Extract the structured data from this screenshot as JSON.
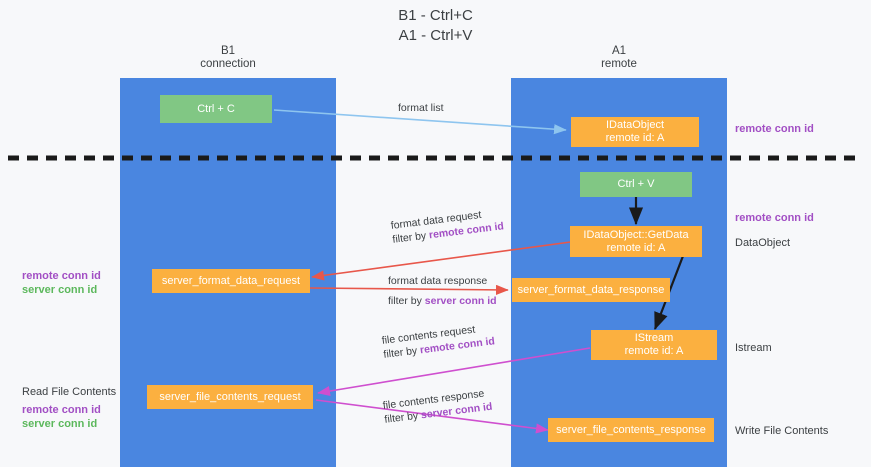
{
  "title": {
    "line1": "B1 - Ctrl+C",
    "line2": "A1 - Ctrl+V"
  },
  "lanes": [
    {
      "id": "b1",
      "name": "B1",
      "role": "connection"
    },
    {
      "id": "a1",
      "name": "A1",
      "role": "remote"
    }
  ],
  "boxes": {
    "ctrl_c": {
      "line1": "Ctrl + C",
      "line2": ""
    },
    "idataobject_top": {
      "line1": "IDataObject",
      "line2": "remote id: A"
    },
    "ctrl_v": {
      "line1": "Ctrl + V",
      "line2": ""
    },
    "getdata": {
      "line1": "IDataObject::GetData",
      "line2": "remote id: A"
    },
    "fmt_req": {
      "line1": "server_format_data_request",
      "line2": ""
    },
    "fmt_resp": {
      "line1": "server_format_data_response",
      "line2": ""
    },
    "istream": {
      "line1": "IStream",
      "line2": "remote id: A"
    },
    "file_req": {
      "line1": "server_file_contents_request",
      "line2": ""
    },
    "file_resp": {
      "line1": "server_file_contents_response",
      "line2": ""
    }
  },
  "edge_labels": {
    "format_list": "format list",
    "fmt_req_l1": "format data request",
    "fmt_req_l2_pre": "filter by ",
    "fmt_req_l2_em": "remote conn id",
    "fmt_resp_l1": "format data response",
    "fmt_resp_l2_pre": "filter by ",
    "fmt_resp_l2_em": "server conn id",
    "file_req_l1": "file contents request",
    "file_req_l2_pre": "filter by ",
    "file_req_l2_em": "remote conn id",
    "file_resp_l1": "file contents response",
    "file_resp_l2_pre": "filter by ",
    "file_resp_l2_em": "server conn id"
  },
  "side_labels": {
    "right_remote_conn_top": "remote conn id",
    "right_remote_conn_mid": "remote conn id",
    "right_dataobject": "DataObject",
    "right_istream": "Istream",
    "right_write_file": "Write File Contents",
    "left_remote_conn_mid": "remote conn id",
    "left_server_conn_mid": "server conn id",
    "left_read_file": "Read File Contents",
    "left_remote_conn_bot": "remote conn id",
    "left_server_conn_bot": "server conn id"
  },
  "colors": {
    "lane": "#4a86e0",
    "background": "#f7f8fa",
    "box_green": "#81c784",
    "box_orange": "#fbb040",
    "accent_purple": "#a24fc4",
    "accent_green": "#5cb85c",
    "arrow_red": "#e8574a",
    "arrow_blue": "#8ec5ef",
    "arrow_magenta": "#cf4fcf",
    "arrow_black": "#1a1a1a"
  }
}
